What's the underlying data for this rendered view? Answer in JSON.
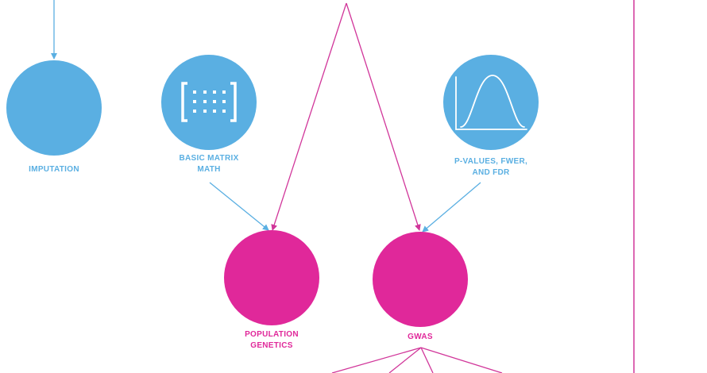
{
  "colors": {
    "blue": "#5aafe2",
    "pink": "#e0289a",
    "edge_blue": "#5aafe2",
    "edge_pink": "#d1369a"
  },
  "nodes": {
    "imputation": {
      "label_lines": [
        "IMPUTATION"
      ],
      "color": "blue"
    },
    "basic_matrix_math": {
      "label_lines": [
        "BASIC MATRIX",
        "MATH"
      ],
      "color": "blue",
      "icon": "matrix-icon"
    },
    "pvalues": {
      "label_lines": [
        "P-VALUES, FWER,",
        "AND FDR"
      ],
      "color": "blue",
      "icon": "bell-curve-icon"
    },
    "population_genetics": {
      "label_lines": [
        "POPULATION",
        "GENETICS"
      ],
      "color": "pink"
    },
    "gwas": {
      "label_lines": [
        "GWAS"
      ],
      "color": "pink"
    }
  }
}
